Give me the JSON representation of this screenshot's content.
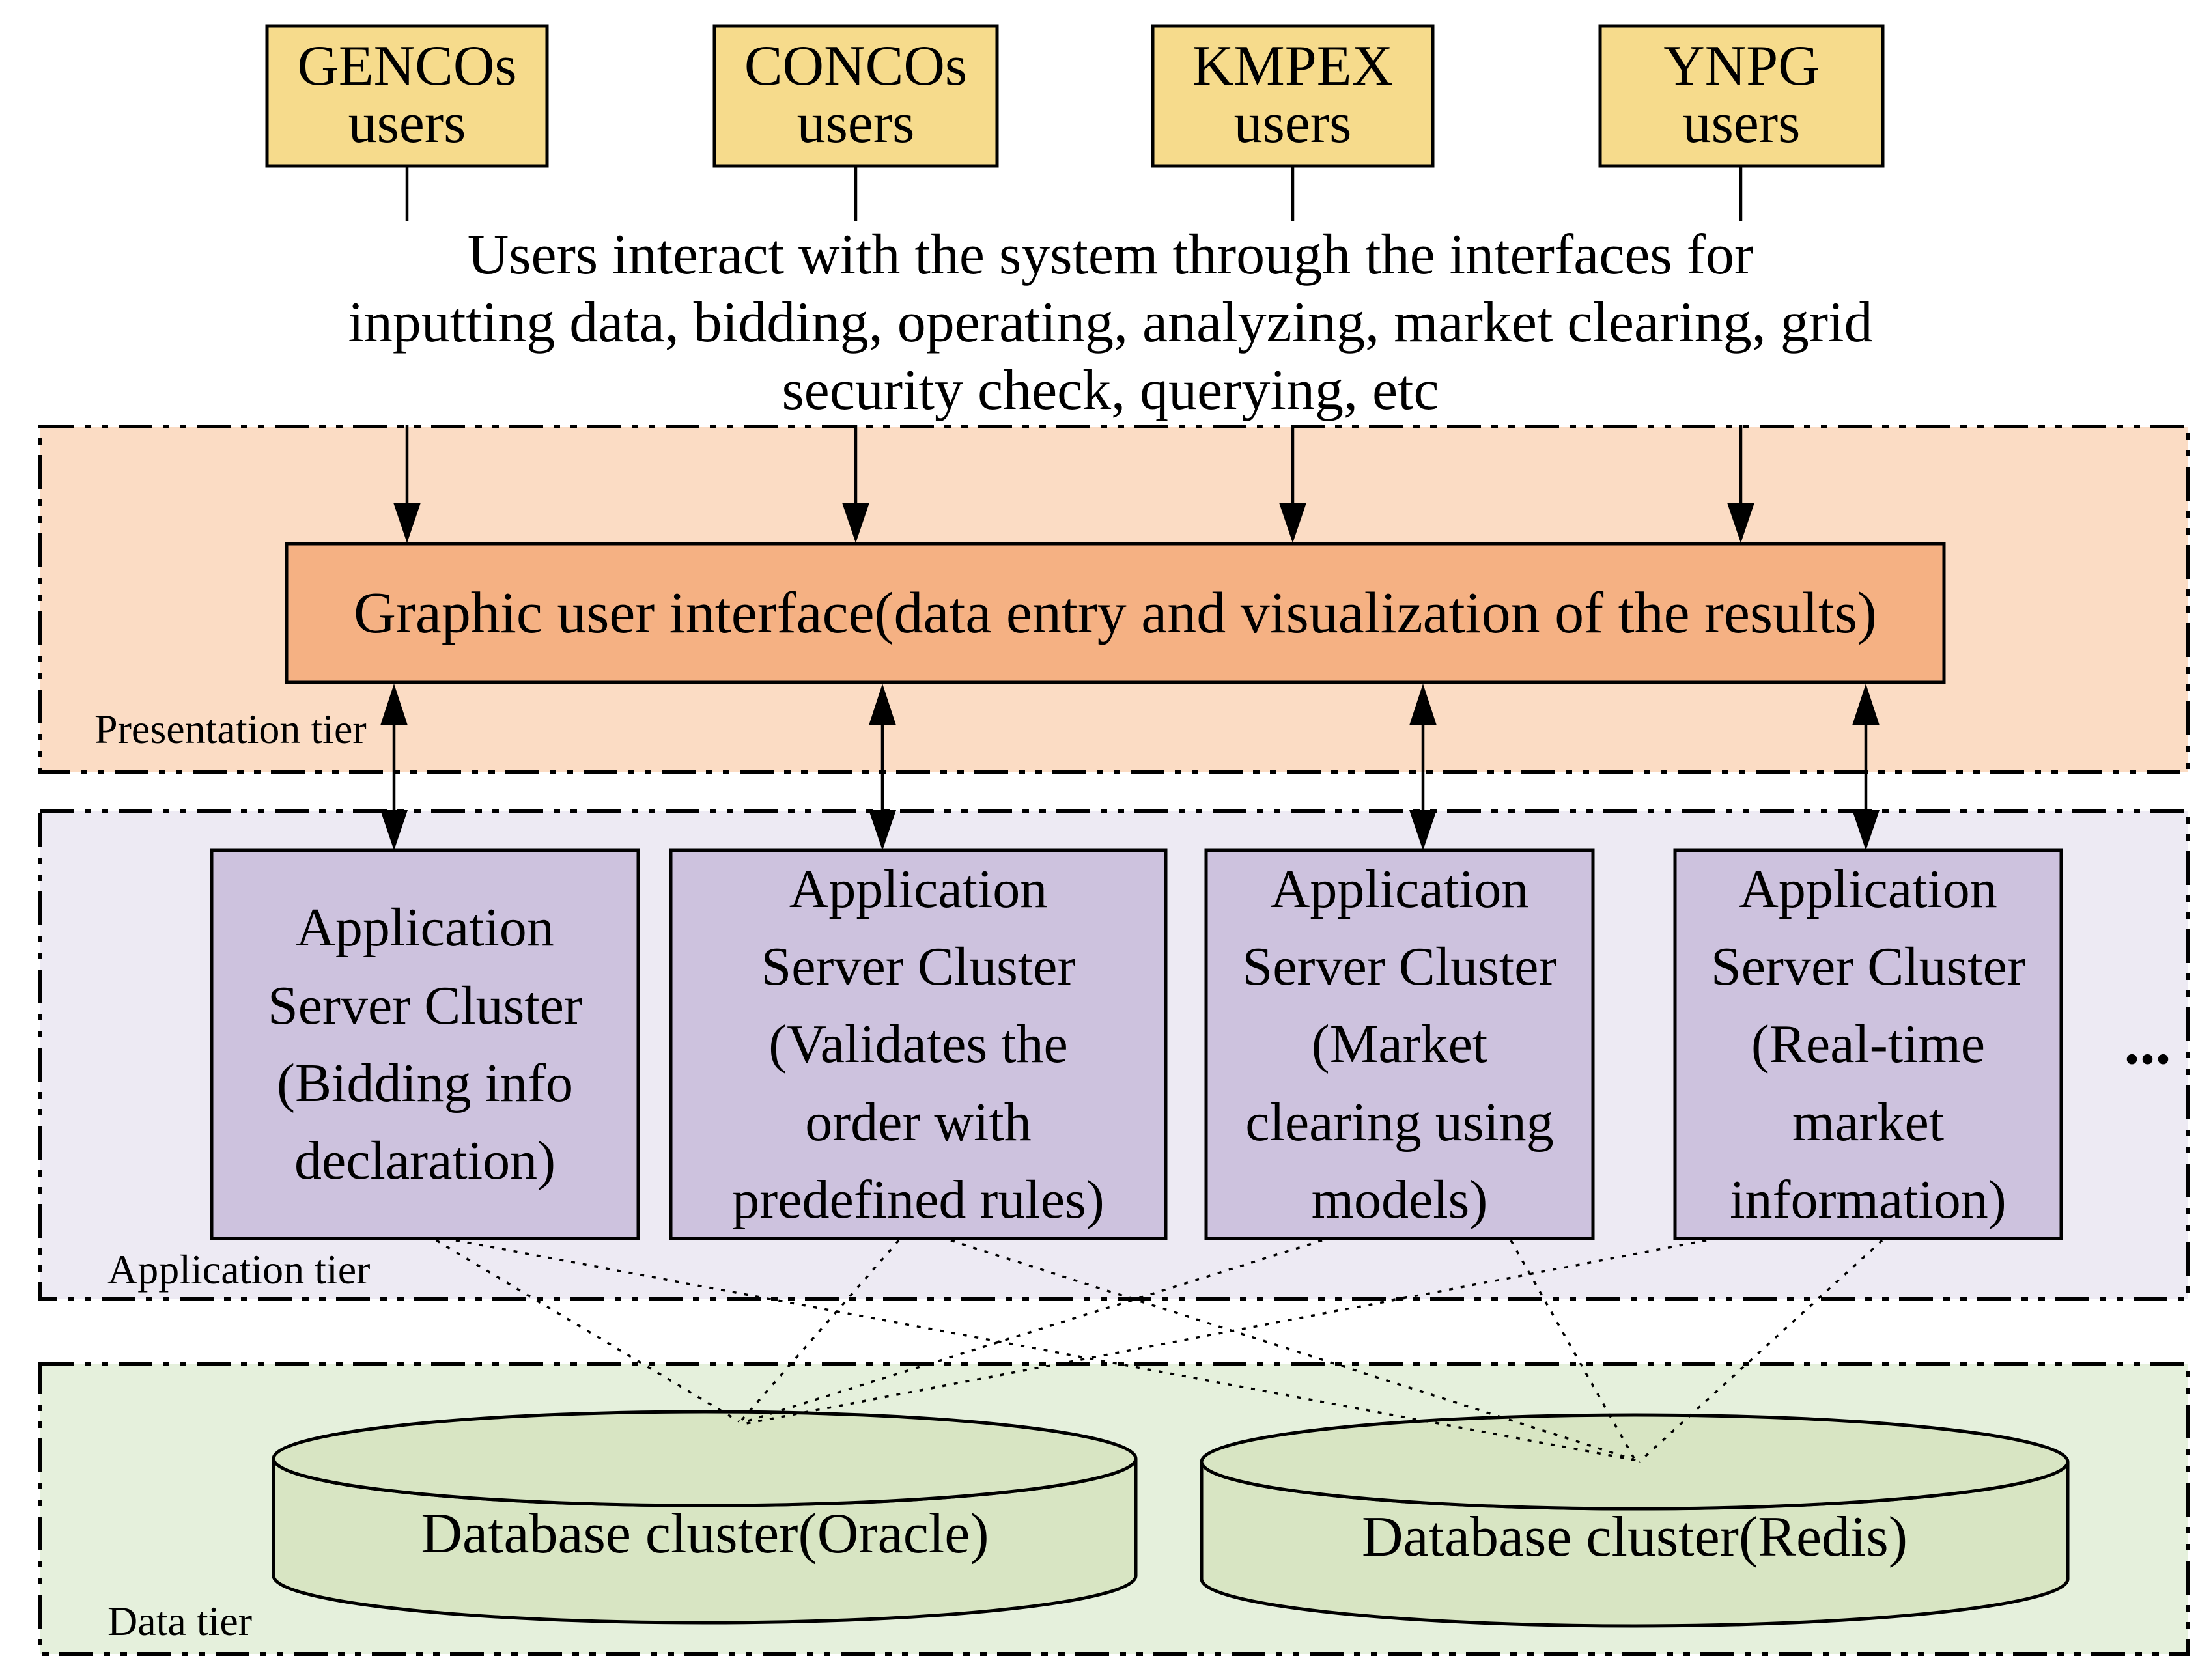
{
  "actors": [
    {
      "org": "GENCOs",
      "role": "users"
    },
    {
      "org": "CONCOs",
      "role": "users"
    },
    {
      "org": "KMPEX",
      "role": "users"
    },
    {
      "org": "YNPG",
      "role": "users"
    }
  ],
  "interaction_note": {
    "line1": "Users interact with the system through the interfaces for",
    "line2": "inputting data, bidding, operating, analyzing, market clearing, grid",
    "line3": "security check, querying, etc"
  },
  "presentation_tier": {
    "label": "Presentation tier",
    "gui_label": "Graphic user interface(data entry and visualization of the results)"
  },
  "application_tier": {
    "label": "Application tier",
    "ellipsis": "...",
    "servers": [
      {
        "lines": [
          "Application",
          "Server Cluster",
          "(Bidding info",
          "declaration)"
        ]
      },
      {
        "lines": [
          "Application",
          "Server Cluster",
          "(Validates the",
          "order with",
          "predefined rules)"
        ]
      },
      {
        "lines": [
          "Application",
          "Server Cluster",
          "(Market",
          "clearing using",
          "models)"
        ]
      },
      {
        "lines": [
          "Application",
          "Server Cluster",
          "(Real-time",
          "market",
          "information)"
        ]
      }
    ]
  },
  "data_tier": {
    "label": "Data tier",
    "databases": [
      {
        "label": "Database cluster(Oracle)"
      },
      {
        "label": "Database cluster(Redis)"
      }
    ]
  },
  "colors": {
    "actor_fill": "#f6db8c",
    "presentation_fill": "#fbdcc4",
    "gui_fill": "#f5b183",
    "application_fill": "#edeaf3",
    "server_fill": "#cdc2de",
    "data_fill": "#e5f0dc",
    "database_fill": "#d8e5c3",
    "line": "#000000"
  }
}
